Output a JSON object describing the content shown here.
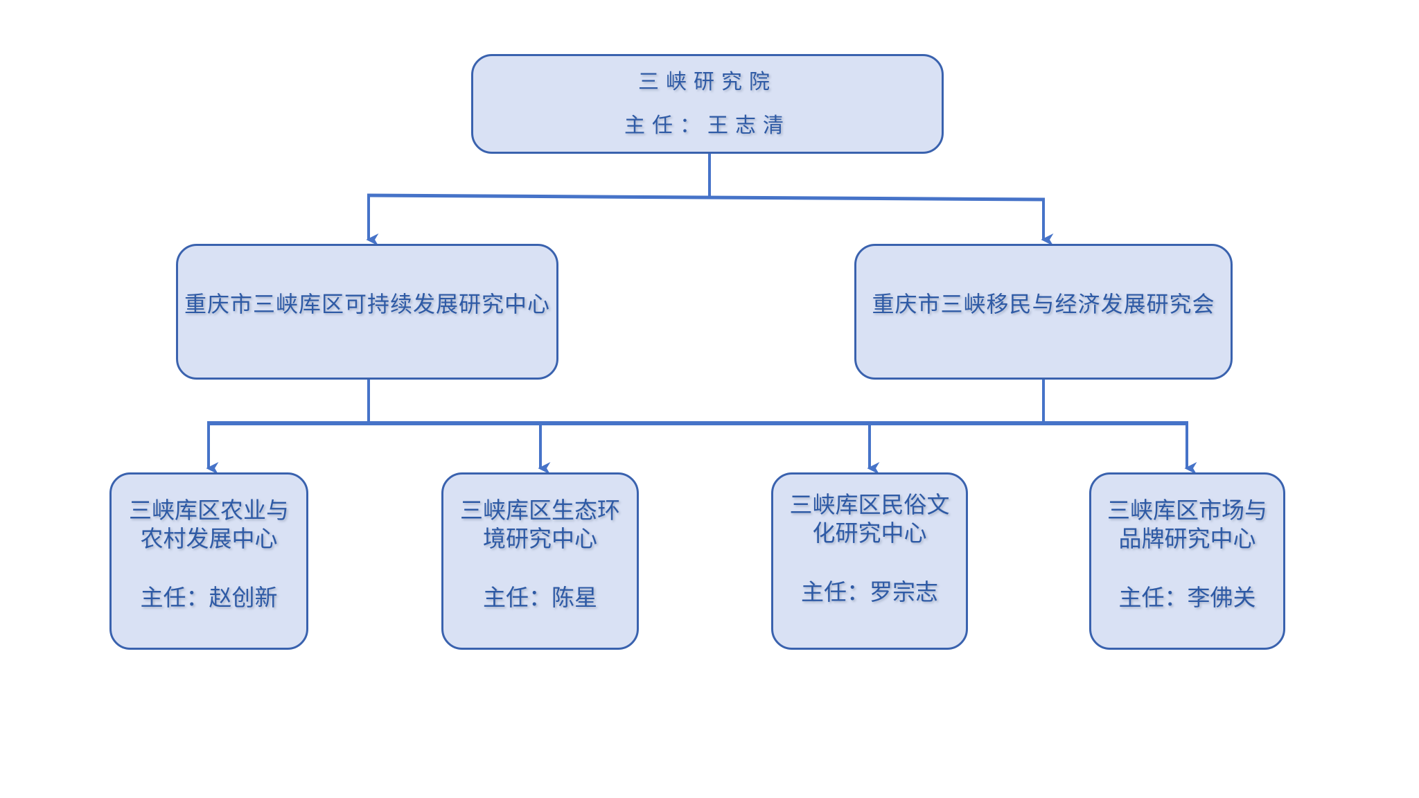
{
  "palette": {
    "background": "#ffffff",
    "box_fill": "#D9E1F4",
    "box_border": "#3A62AE",
    "connector": "#4673C8",
    "text": "#2E5AA5"
  },
  "chart_data": {
    "type": "org-chart",
    "root": {
      "title": "三峡研究院",
      "director_line": "主任：王志清"
    },
    "level2": [
      {
        "title": "重庆市三峡库区可持续发展研究中心"
      },
      {
        "title": "重庆市三峡移民与经济发展研究会"
      }
    ],
    "level3": [
      {
        "title_line1": "三峡库区农业与",
        "title_line2": "农村发展中心",
        "director_line": "主任：赵创新"
      },
      {
        "title_line1": "三峡库区生态环",
        "title_line2": "境研究中心",
        "director_line": "主任：陈星"
      },
      {
        "title_line1": "三峡库区民俗文",
        "title_line2": "化研究中心",
        "director_line": "主任：罗宗志"
      },
      {
        "title_line1": "三峡库区市场与",
        "title_line2": "品牌研究中心",
        "director_line": "主任：李佛关"
      }
    ]
  }
}
